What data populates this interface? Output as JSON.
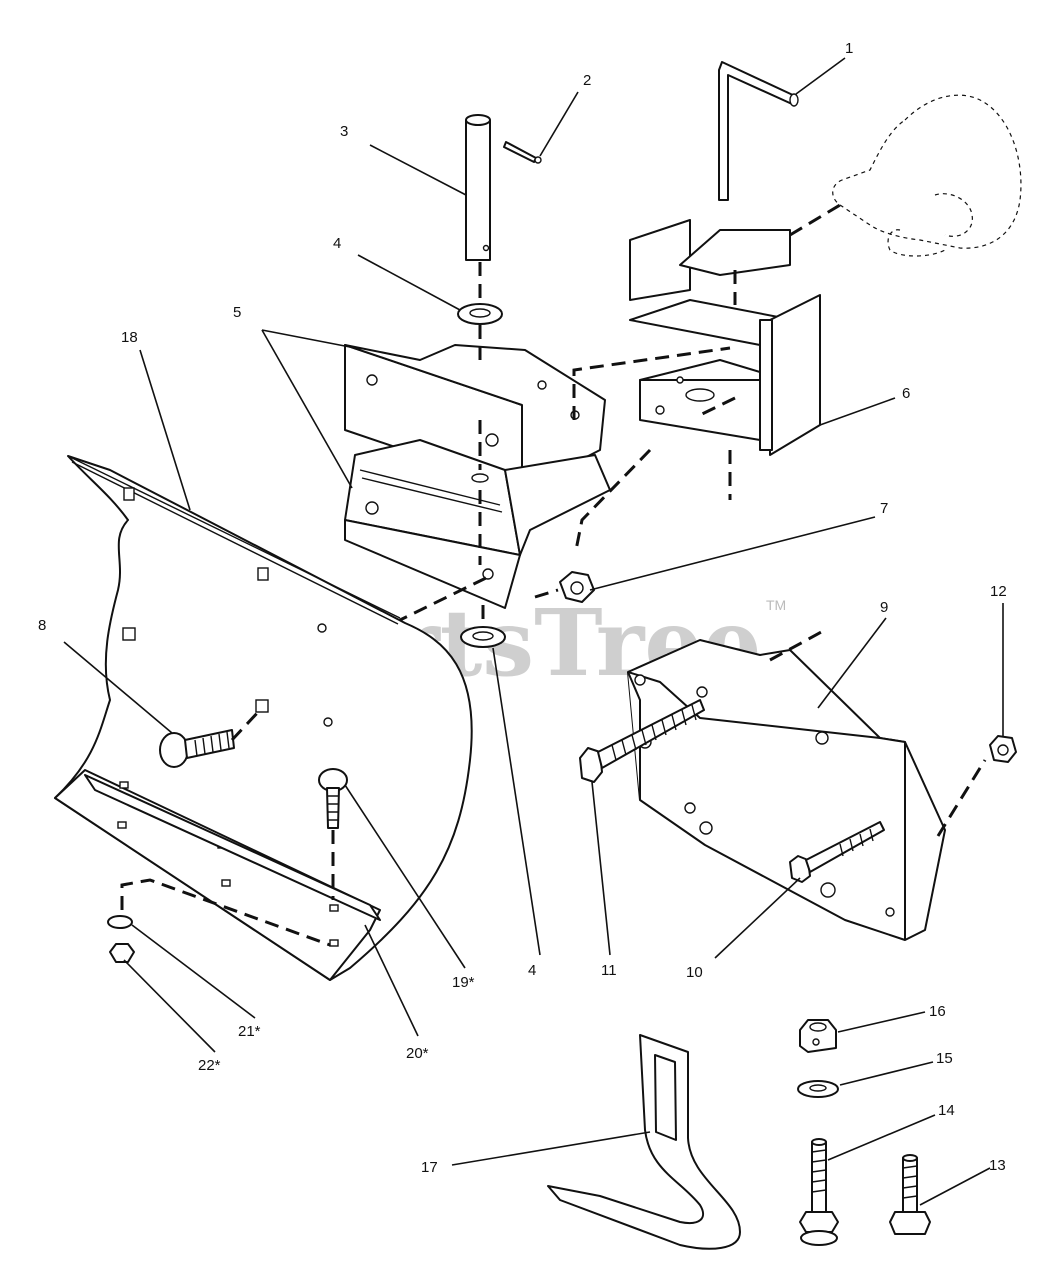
{
  "watermark": {
    "text": "PartsTree",
    "tm": "TM"
  },
  "callouts": [
    "1",
    "2",
    "3",
    "4",
    "5",
    "6",
    "7",
    "8",
    "9",
    "10",
    "11",
    "12",
    "13",
    "14",
    "15",
    "16",
    "17",
    "18",
    "19*",
    "20*",
    "21*",
    "22*",
    "4"
  ]
}
